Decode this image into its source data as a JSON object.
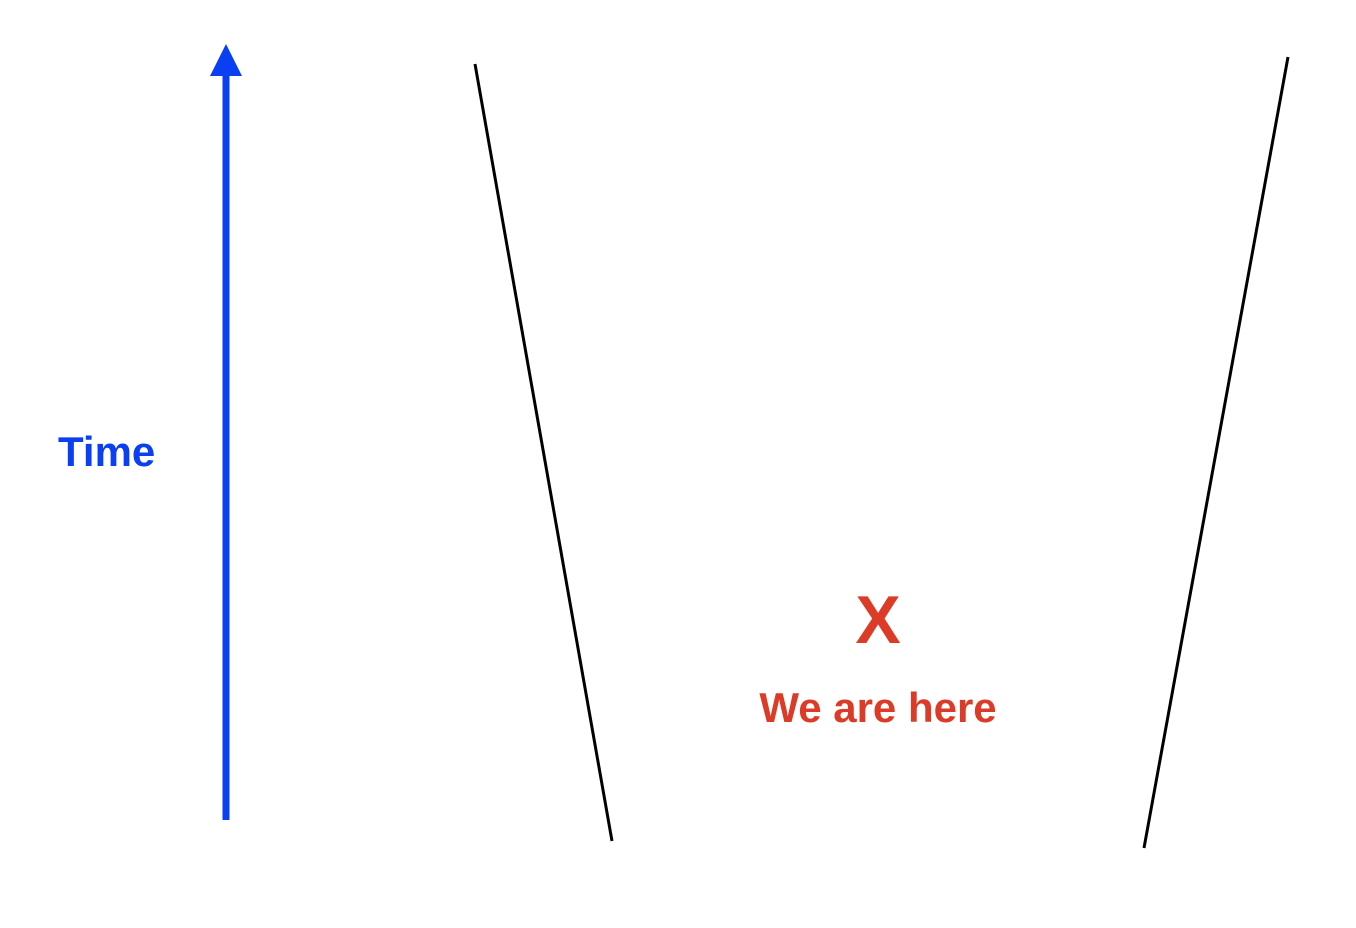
{
  "axis": {
    "label": "Time",
    "color": "#0a3ff2",
    "direction": "up"
  },
  "marker": {
    "symbol": "X",
    "label": "We are here",
    "color": "#dc3b28"
  },
  "boundaries": {
    "color": "#000000"
  }
}
